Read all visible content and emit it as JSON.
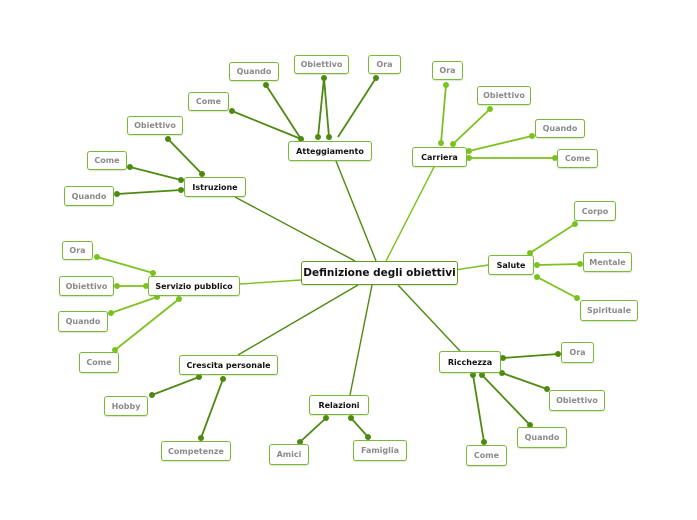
{
  "center": "Definizione degli obiettivi",
  "branches": {
    "atteggiamento": {
      "label": "Atteggiamento",
      "leaves": [
        "Quando",
        "Obiettivo",
        "Ora",
        "Come"
      ]
    },
    "carriera": {
      "label": "Carriera",
      "leaves": [
        "Ora",
        "Obiettivo",
        "Quando",
        "Come"
      ]
    },
    "istruzione": {
      "label": "Istruzione",
      "leaves": [
        "Obiettivo",
        "Come",
        "Quando"
      ]
    },
    "salute": {
      "label": "Salute",
      "leaves": [
        "Corpo",
        "Mentale",
        "Spirituale"
      ]
    },
    "servizio": {
      "label": "Servizio pubblico",
      "leaves": [
        "Ora",
        "Obiettivo",
        "Quando",
        "Come"
      ]
    },
    "crescita": {
      "label": "Crescita personale",
      "leaves": [
        "Hobby",
        "Competenze"
      ]
    },
    "relazioni": {
      "label": "Relazioni",
      "leaves": [
        "Amici",
        "Famiglia"
      ]
    },
    "ricchezza": {
      "label": "Ricchezza",
      "leaves": [
        "Ora",
        "Obiettivo",
        "Quando",
        "Come"
      ]
    }
  },
  "colors": {
    "line_light": "#7cc21e",
    "line_dark": "#4e8a12",
    "border": "#7ab83a"
  }
}
